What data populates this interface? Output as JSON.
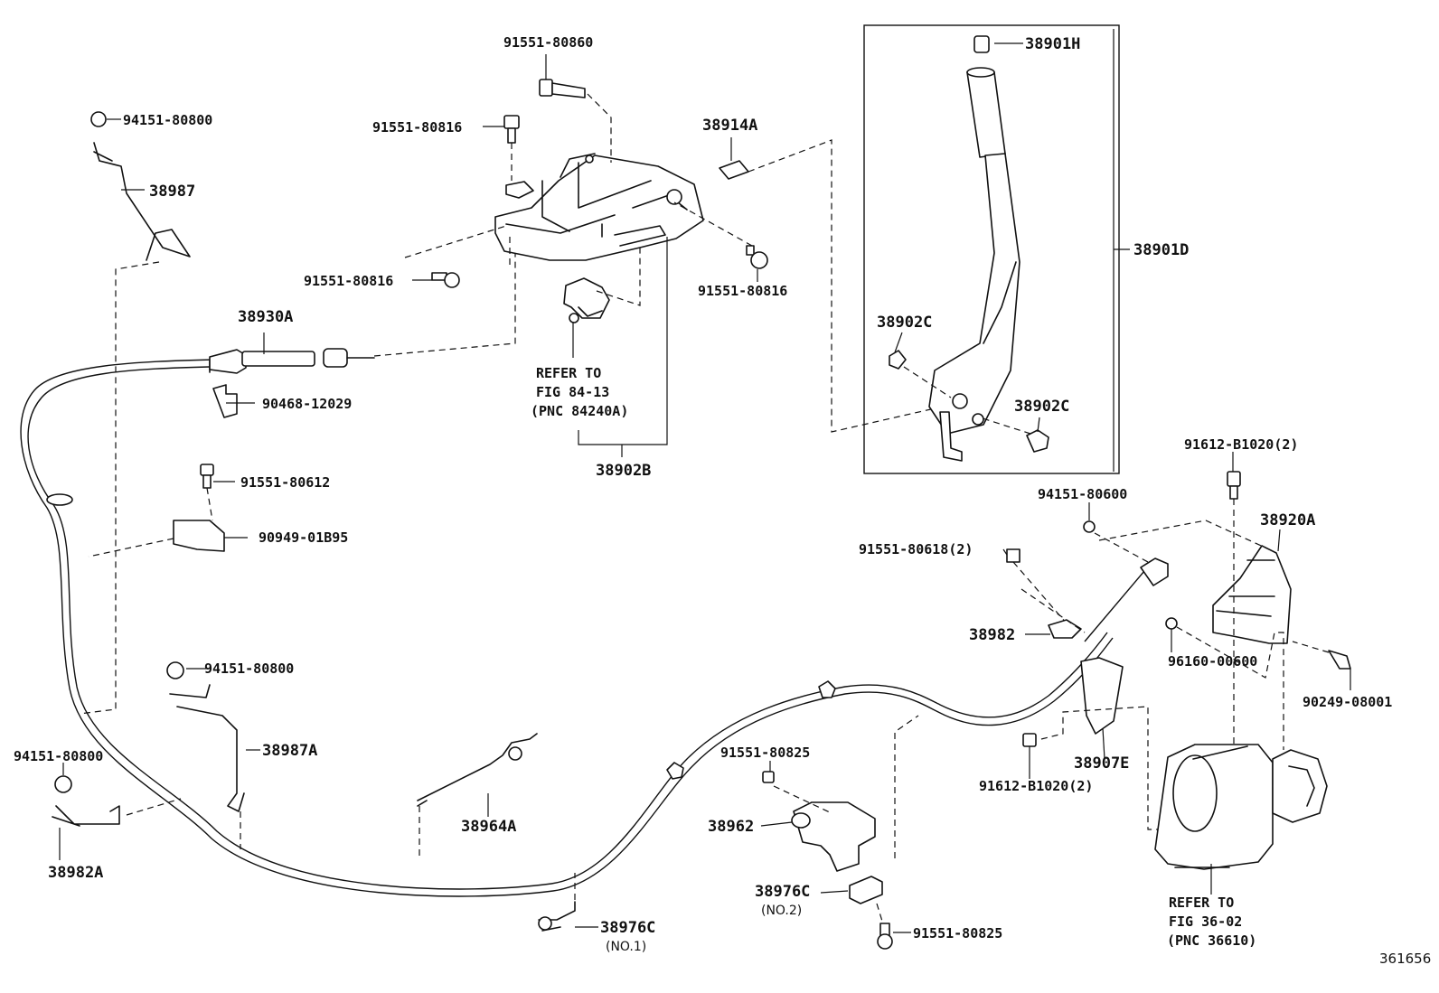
{
  "diagram_id": "361656",
  "labels": {
    "p91551_80860": "91551-80860",
    "p91551_80816_a": "91551-80816",
    "p38914A": "38914A",
    "p38901H": "38901H",
    "p94151_80800_a": "94151-80800",
    "p38987": "38987",
    "p91551_80816_b": "91551-80816",
    "p91551_80816_c": "91551-80816",
    "p38901D": "38901D",
    "p38930A": "38930A",
    "p38902C_a": "38902C",
    "p38902C_b": "38902C",
    "p90468_12029": "90468-12029",
    "refer1_line1": "REFER TO",
    "refer1_line2": "FIG 84-13",
    "refer1_line3": "(PNC 84240A)",
    "p38902B": "38902B",
    "p91612_B1020_top": "91612-B1020(2)",
    "p91551_80612": "91551-80612",
    "p94151_80600": "94151-80600",
    "p38920A": "38920A",
    "p90949_01B95": "90949-01B95",
    "p91551_80618": "91551-80618(2)",
    "p38982": "38982",
    "p96160_00600": "96160-00600",
    "p94151_80800_b": "94151-80800",
    "p90249_08001": "90249-08001",
    "p38987A": "38987A",
    "p94151_80800_c": "94151-80800",
    "p91551_80825_a": "91551-80825",
    "p91612_B1020_bot": "91612-B1020(2)",
    "p38907E": "38907E",
    "p38964A": "38964A",
    "p38962": "38962",
    "p38982A": "38982A",
    "p38976C_no2": "38976C",
    "no2": "(NO.2)",
    "p38976C_no1": "38976C",
    "no1": "(NO.1)",
    "p91551_80825_b": "91551-80825",
    "refer2_line1": "REFER TO",
    "refer2_line2": "FIG 36-02",
    "refer2_line3": "(PNC 36610)"
  }
}
